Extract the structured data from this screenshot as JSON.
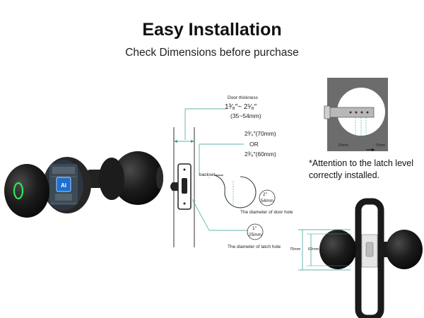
{
  "header": {
    "title": "Easy Installation",
    "subtitle": "Check Dimensions before purchase"
  },
  "door_thickness": {
    "label": "Door thickness",
    "range": "1³⁄₈″~ 2¹⁄₈″",
    "metric": "(35~54mm)"
  },
  "backset": {
    "label": "backset",
    "option_1": "2³⁄₄″(70mm)",
    "or_text": "OR",
    "option_2": "2³⁄₈″(60mm)"
  },
  "door_hole": {
    "size_in": "2″",
    "size_mm": "54mm",
    "caption": "The diameter of door hole"
  },
  "latch_hole": {
    "size_in": "1″",
    "size_mm": "25mm",
    "caption": "The diameter of latch hole"
  },
  "latch_detail": {
    "left_mm": "60mm",
    "right_mm": "70mm",
    "note": "*Attention to the latch level correctly installed."
  },
  "installed": {
    "height_outer": "75mm",
    "height_inner": "62mm"
  },
  "colors": {
    "accent": "#2a9d8f",
    "lock_black": "#1b1b1b",
    "chip_blue": "#1d6fd1",
    "indicator_green": "#2ee85a"
  }
}
